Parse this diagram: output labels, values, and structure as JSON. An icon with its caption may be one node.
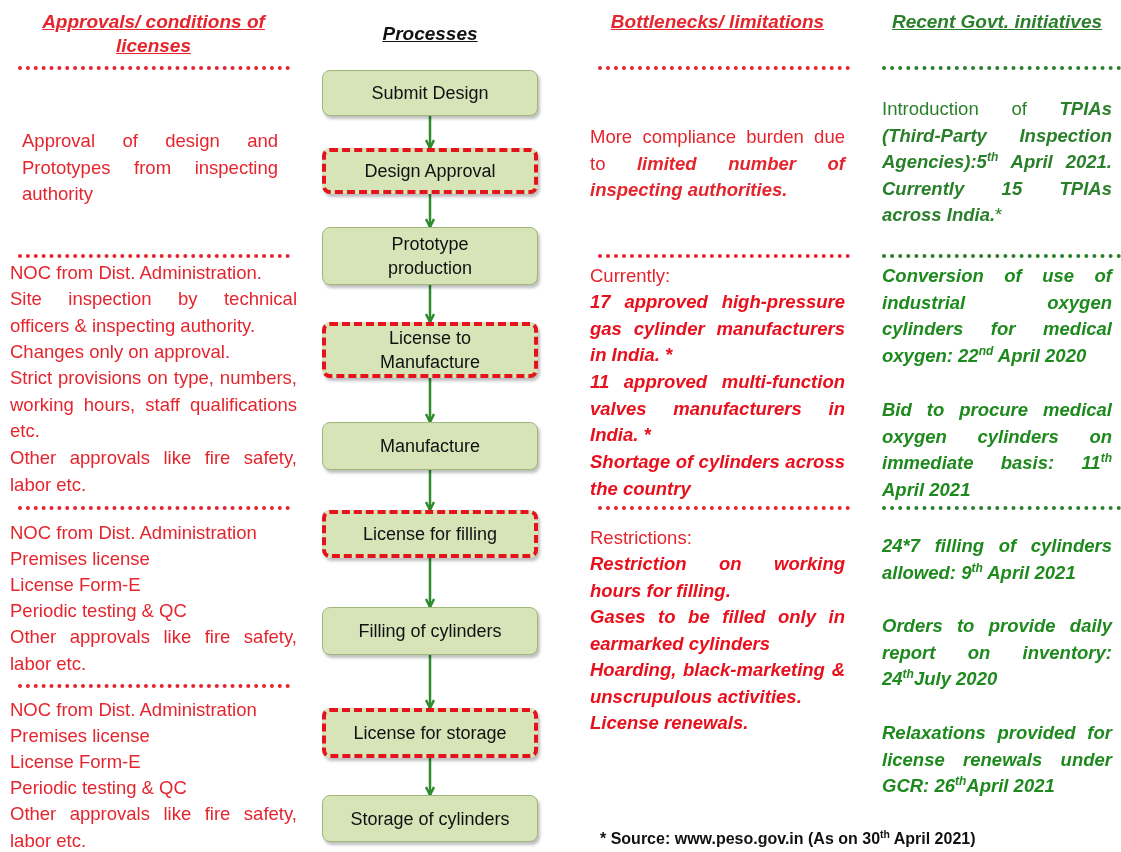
{
  "diagram": {
    "nodes": [
      {
        "text": [
          "Submit Design"
        ]
      },
      {
        "text": [
          "Design Approval"
        ]
      },
      {
        "text": [
          "Prototype production"
        ]
      },
      {
        "text": [
          "License to Manufacture"
        ]
      },
      {
        "text": [
          "Manufacture"
        ]
      },
      {
        "text": [
          "License for filling"
        ]
      },
      {
        "text": [
          "Filling of cylinders"
        ]
      },
      {
        "text": [
          "License for storage"
        ]
      },
      {
        "text": [
          "Storage of cylinders"
        ]
      }
    ],
    "edges": [
      {
        "from": 0,
        "to": 1,
        "arrow": "to"
      },
      {
        "from": 1,
        "to": 2,
        "arrow": "to"
      },
      {
        "from": 2,
        "to": 3,
        "arrow": "to"
      },
      {
        "from": 3,
        "to": 4,
        "arrow": "to"
      },
      {
        "from": 4,
        "to": 5,
        "arrow": "to"
      },
      {
        "from": 5,
        "to": 6,
        "arrow": "to"
      },
      {
        "from": 6,
        "to": 7,
        "arrow": "to"
      },
      {
        "from": 7,
        "to": 8,
        "arrow": "to"
      }
    ],
    "labels": [
      "Approvals/ conditions of licenses",
      "Processes",
      "Bottlenecks/ limitations",
      "Recent Govt. initiatives",
      "Approval of design and Prototypes from inspecting authority",
      "NOC from Dist. Administration.",
      "Site inspection by technical officers & inspecting authority.",
      "Changes only on approval.",
      "Strict provisions on type, numbers, working hours, staff qualifications etc.",
      "Other approvals like fire safety, labor etc.",
      "NOC from Dist. Administration",
      "Premises license",
      "License Form-E",
      "Periodic testing & QC",
      "Other approvals like fire safety, labor etc.",
      "NOC from Dist. Administration",
      "Premises license",
      "License Form-E",
      "Periodic testing & QC",
      "Other approvals like fire safety, labor etc.",
      "More compliance burden due to **limited number of inspecting authorities.**",
      "Currently:",
      "17 approved high-pressure gas cylinder manufacturers in India. *",
      "11 approved multi-function valves manufacturers in India. *",
      "Shortage of cylinders across the country",
      "Restrictions:",
      "Restriction on working hours for filling.",
      "Gases to be filled only in earmarked cylinders",
      "Hoarding, black-marketing & unscrupulous activities.",
      "License renewals.",
      "Introduction of **TPIAs (Third-Party Inspection Agencies):5$^{th}$ April 2021. Currently 15 TPIAs across India.***",
      "Conversion of use of industrial oxygen cylinders for medical oxygen: 22$^{nd}$ April 2020",
      "Bid to procure medical oxygen cylinders on immediate basis: 11$^{th}$ April 2021",
      "24*7 filling of cylinders allowed: 9$^{th}$ April 2021",
      "Orders to provide daily report on inventory: 24$^{th}$July 2020",
      "Relaxations provided for license renewals under GCR: 26$^{th}$April 2021",
      "* Source: www.peso.gov.in (As on 30$^{th}$ April 2021)"
    ]
  }
}
